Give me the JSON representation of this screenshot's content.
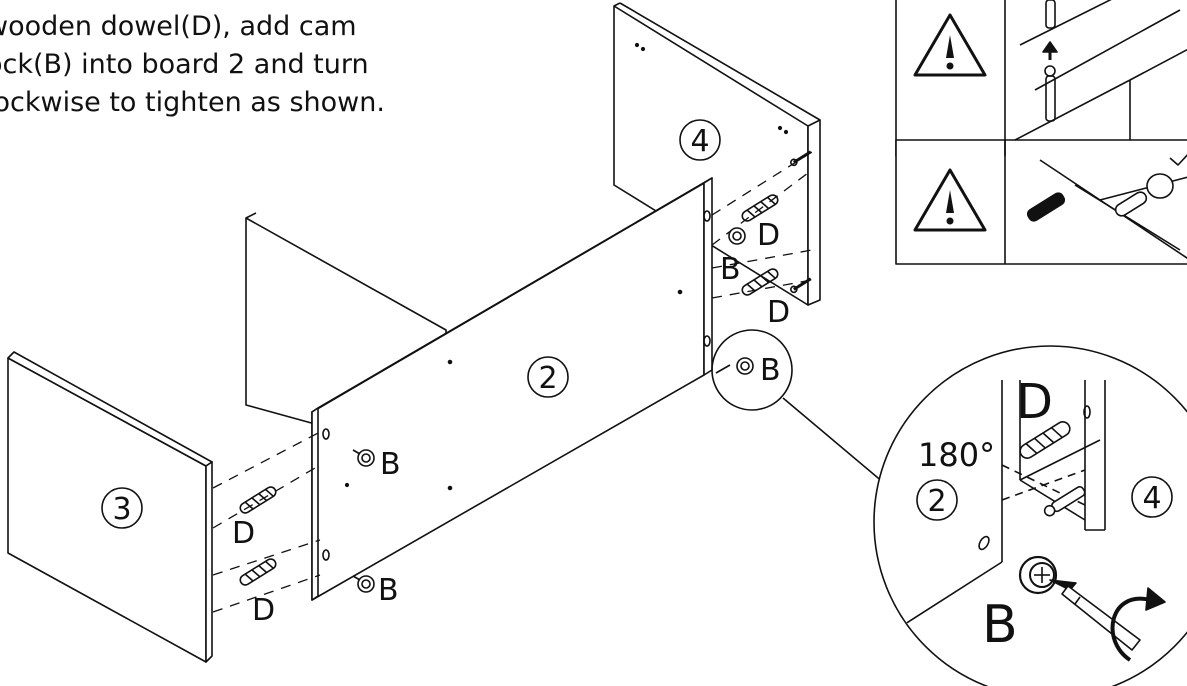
{
  "instruction": {
    "line1": "wooden dowel(D), add cam",
    "line2": "ock(B) into board 2 and turn",
    "line3": "lockwise to tighten as shown."
  },
  "boards": {
    "board2": "2",
    "board3": "3",
    "board4": "4"
  },
  "parts": {
    "dowel": "D",
    "cam_lock": "B"
  },
  "detail": {
    "rotation": "180°",
    "board_left": "2",
    "board_right": "4",
    "dowel": "D",
    "cam_lock": "B"
  },
  "warnings": [
    {
      "icon": "warning-triangle-icon"
    },
    {
      "icon": "warning-triangle-icon"
    }
  ]
}
